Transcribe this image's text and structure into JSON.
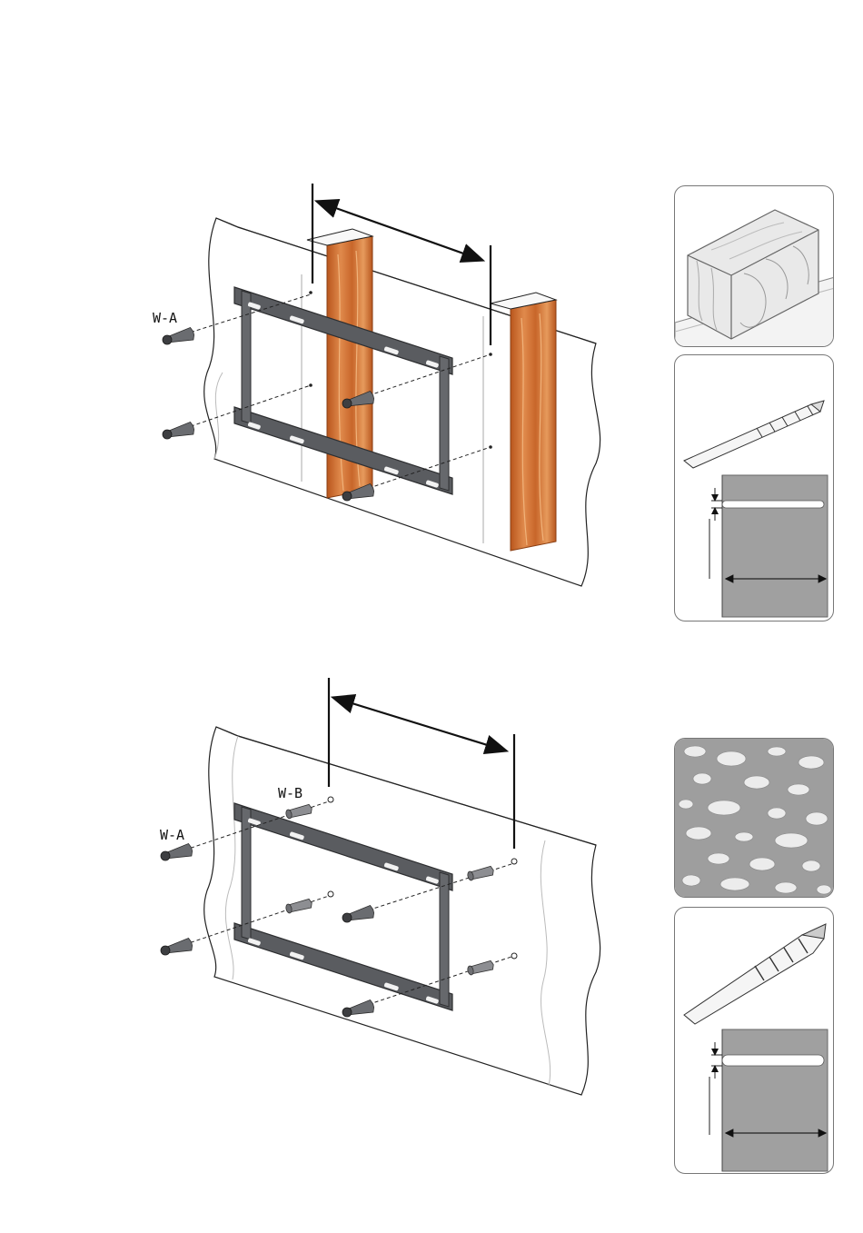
{
  "figure1": {
    "screw_label": "W-A"
  },
  "figure2": {
    "screw_label": "W-A",
    "anchor_label": "W-B"
  },
  "side_panels": {
    "wood_stud": "wood-block-icon",
    "wood_drill": "wood-drill-bit-icon",
    "concrete": "concrete-texture-icon",
    "masonry_drill": "masonry-drill-bit-icon"
  },
  "colors": {
    "wood_stud": "#c9682b",
    "wood_grain": "#e29a5e",
    "bracket": "#55575b",
    "drywall_section": "#9a9a9a",
    "panel_border": "#777777"
  }
}
